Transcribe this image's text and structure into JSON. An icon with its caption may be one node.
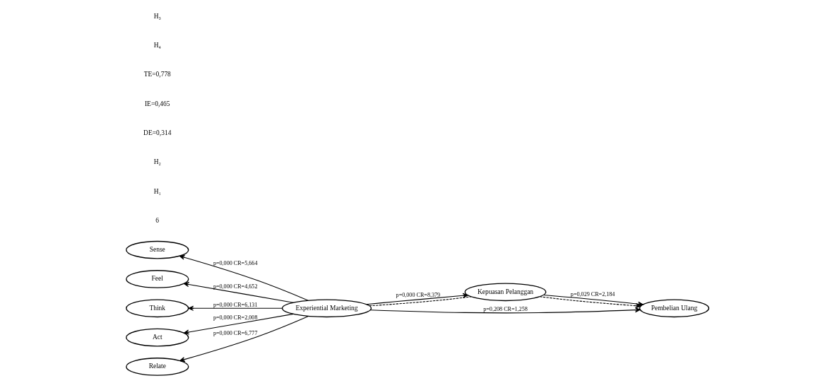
{
  "diagram": {
    "nodes": [
      {
        "text": [
          "Sense"
        ]
      },
      {
        "text": [
          "Feel"
        ]
      },
      {
        "text": [
          "Think"
        ]
      },
      {
        "text": [
          "Act"
        ]
      },
      {
        "text": [
          "Relate"
        ]
      },
      {
        "text": [
          "Experiential Marketing"
        ]
      },
      {
        "text": [
          "Kepuasan Pelanggan"
        ]
      },
      {
        "text": [
          "Pembelian Ulang"
        ]
      }
    ],
    "edges": [
      {
        "from": 5,
        "to": 0,
        "arrow": "to",
        "label": "p=0,000 CR=5,664"
      },
      {
        "from": 5,
        "to": 1,
        "arrow": "to",
        "label": "p=0,000 CR=4,652"
      },
      {
        "from": 5,
        "to": 2,
        "arrow": "to",
        "label": "p=0,000 CR=6,131"
      },
      {
        "from": 5,
        "to": 3,
        "arrow": "to",
        "label": "p=0,000 CR=2,008"
      },
      {
        "from": 5,
        "to": 4,
        "arrow": "to",
        "label": "p=0,000 CR=6,777"
      },
      {
        "from": 5,
        "to": 6,
        "arrow": "to",
        "label": "p=0,000 CR=8,379"
      },
      {
        "from": 6,
        "to": 7,
        "arrow": "to",
        "label": "p=0,029 CR=2,184"
      },
      {
        "from": 5,
        "to": 7,
        "arrow": "to",
        "label": "p=0,208 CR=1,258"
      },
      {
        "from": 5,
        "to": 6,
        "arrow": "none",
        "style": "dashed"
      },
      {
        "from": 6,
        "to": 7,
        "arrow": "to",
        "style": "dashed"
      }
    ],
    "labels": [
      "6",
      "H₁",
      "H₂",
      "DE=0,314",
      "IE=0,465",
      "TE=0,778",
      "H₄",
      "H₃"
    ]
  }
}
